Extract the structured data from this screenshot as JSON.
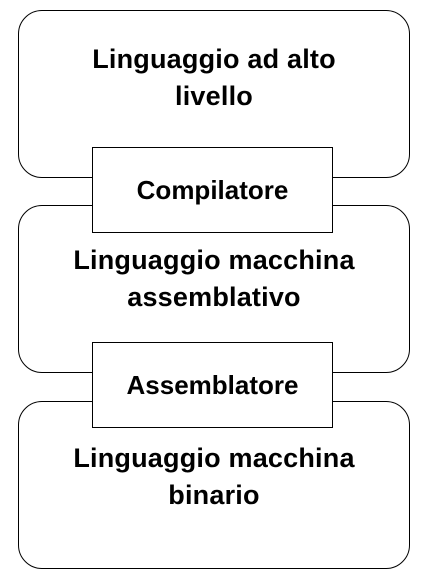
{
  "levels": {
    "high_level": {
      "line1": "Linguaggio ad alto",
      "line2": "livello"
    },
    "assembly": {
      "line1": "Linguaggio macchina",
      "line2": "assemblativo"
    },
    "binary": {
      "line1": "Linguaggio macchina",
      "line2": "binario"
    }
  },
  "steps": {
    "compiler": "Compilatore",
    "assembler": "Assemblatore"
  }
}
